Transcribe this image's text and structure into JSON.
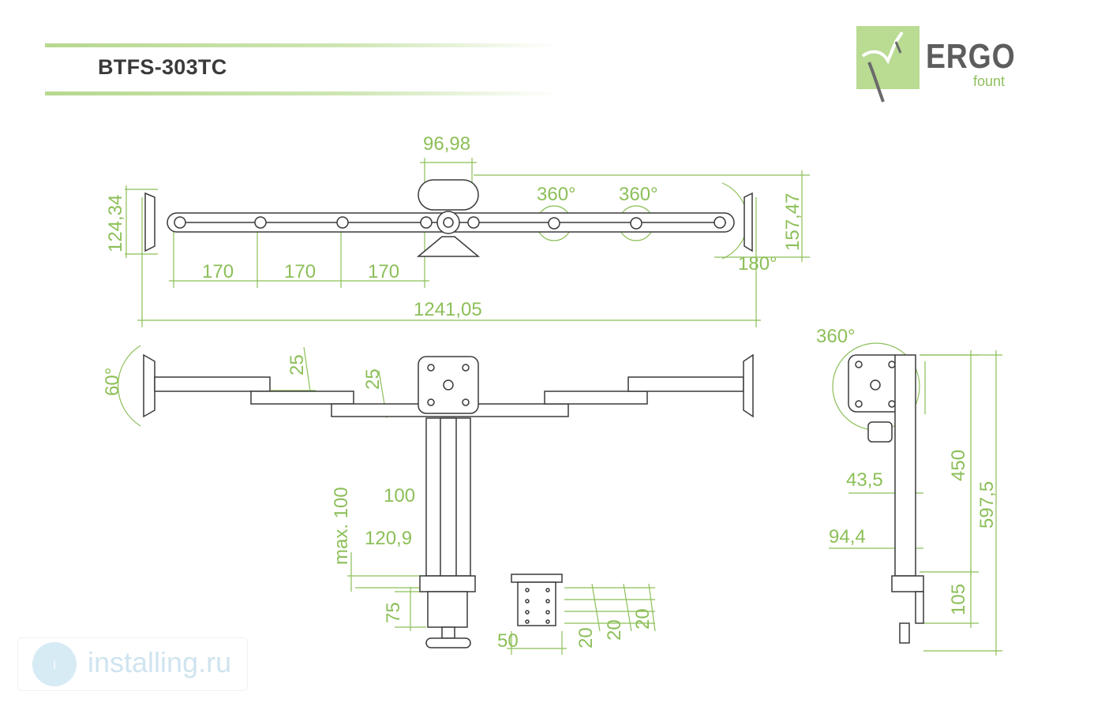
{
  "header": {
    "model": "BTFS-303TC"
  },
  "logo": {
    "brand": "ERGO",
    "sub": "fount"
  },
  "watermark": {
    "text": "installing.ru"
  },
  "colors": {
    "dimension": "#8cbf58",
    "line": "#3a3a3a",
    "rule": "#b7d88f",
    "logo_box": "#b9db92"
  },
  "top_view": {
    "pole_width": "96,98",
    "arm_segment_1": "170",
    "arm_segment_2": "170",
    "arm_segment_3": "170",
    "total_width": "1241,05",
    "left_depth": "124,34",
    "right_depth": "157,47",
    "rotation_1": "360°",
    "rotation_2": "360°",
    "tilt": "180°"
  },
  "front_view": {
    "tilt": "60°",
    "arm_thickness_1": "25",
    "arm_thickness_2": "25",
    "height_adjust": "max. 100",
    "pole_depth": "100",
    "clamp_width": "120,9",
    "clamp_height": "75",
    "grommet_width": "50",
    "hole_spacing_1": "20",
    "hole_spacing_2": "20",
    "hole_spacing_3": "20"
  },
  "side_view": {
    "rotation": "360°",
    "offset_1": "43,5",
    "offset_2": "94,4",
    "pole_height": "450",
    "total_height": "597,5",
    "clamp_height": "105"
  }
}
